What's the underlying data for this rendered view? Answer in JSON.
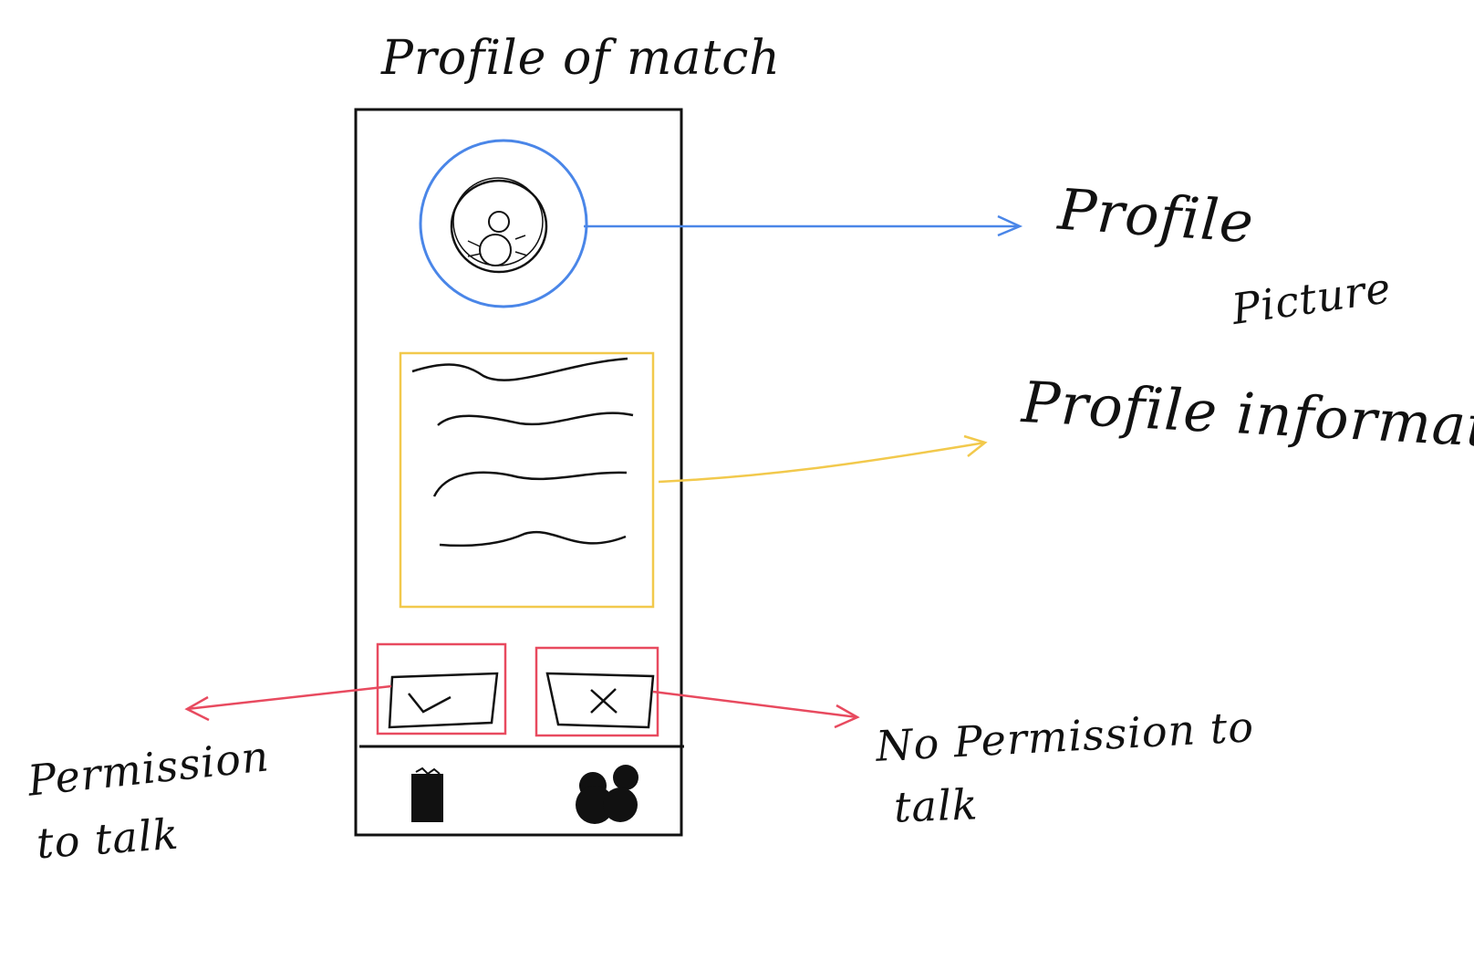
{
  "title": "Profile of match",
  "annotations": {
    "profile_picture": [
      "Profile",
      "Picture"
    ],
    "profile_information": "Profile information",
    "permission_to_talk": [
      "Permission",
      "to talk"
    ],
    "no_permission_to_talk": [
      "No Permission to",
      "talk"
    ]
  },
  "colors": {
    "picture": "#4a86e8",
    "information": "#f2c94c",
    "buttons": "#e84a5f",
    "ink": "#111111"
  },
  "icons": {
    "accept": "check-icon",
    "reject": "cross-icon",
    "nav_left": "document-icon",
    "nav_right": "people-icon",
    "avatar": "person-avatar-icon"
  }
}
